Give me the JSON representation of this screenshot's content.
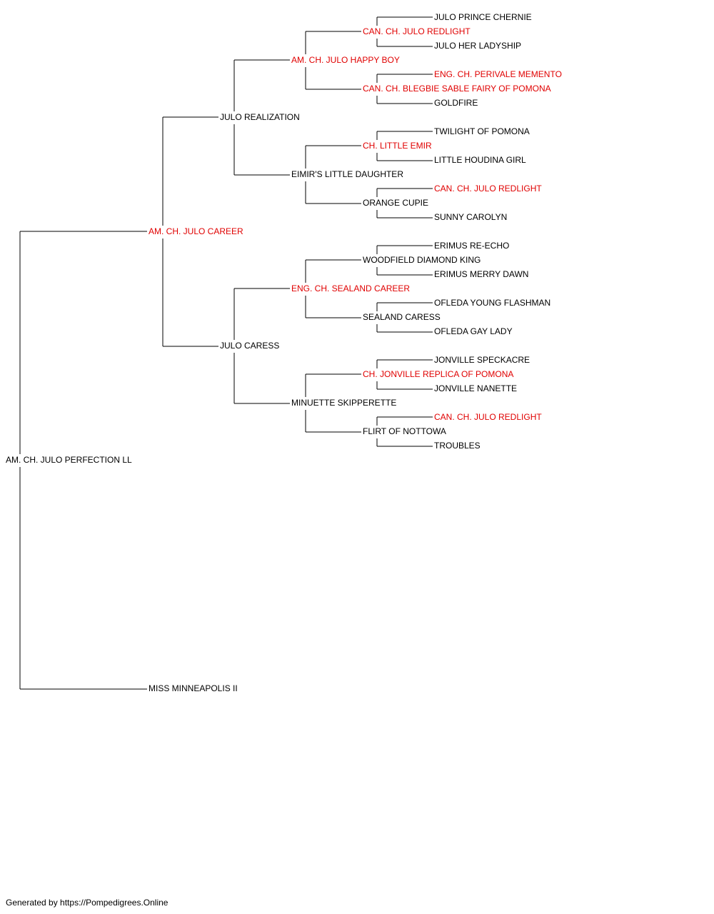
{
  "colors": {
    "champion": "#e00000",
    "normal": "#000000",
    "line": "#000000"
  },
  "pedigree": {
    "name": "AM. CH. JULO PERFECTION LL",
    "champion": false,
    "sire": {
      "name": "AM. CH. JULO CAREER",
      "champion": true,
      "sire": {
        "name": "JULO REALIZATION",
        "champion": false,
        "sire": {
          "name": "AM. CH. JULO HAPPY BOY",
          "champion": true,
          "sire": {
            "name": "CAN. CH. JULO REDLIGHT",
            "champion": true,
            "sire": {
              "name": "JULO PRINCE CHERNIE",
              "champion": false
            },
            "dam": {
              "name": "JULO HER LADYSHIP",
              "champion": false
            }
          },
          "dam": {
            "name": "CAN. CH. BLEGBIE SABLE FAIRY OF POMONA",
            "champion": true,
            "sire": {
              "name": "ENG. CH. PERIVALE MEMENTO",
              "champion": true
            },
            "dam": {
              "name": "GOLDFIRE",
              "champion": false
            }
          }
        },
        "dam": {
          "name": "EIMIR'S LITTLE DAUGHTER",
          "champion": false,
          "sire": {
            "name": "CH. LITTLE EMIR",
            "champion": true,
            "sire": {
              "name": "TWILIGHT OF POMONA",
              "champion": false
            },
            "dam": {
              "name": "LITTLE HOUDINA GIRL",
              "champion": false
            }
          },
          "dam": {
            "name": "ORANGE CUPIE",
            "champion": false,
            "sire": {
              "name": "CAN. CH. JULO REDLIGHT",
              "champion": true
            },
            "dam": {
              "name": "SUNNY CAROLYN",
              "champion": false
            }
          }
        }
      },
      "dam": {
        "name": "JULO CARESS",
        "champion": false,
        "sire": {
          "name": "ENG. CH. SEALAND CAREER",
          "champion": true,
          "sire": {
            "name": "WOODFIELD DIAMOND KING",
            "champion": false,
            "sire": {
              "name": "ERIMUS RE-ECHO",
              "champion": false
            },
            "dam": {
              "name": "ERIMUS MERRY DAWN",
              "champion": false
            }
          },
          "dam": {
            "name": "SEALAND CARESS",
            "champion": false,
            "sire": {
              "name": "OFLEDA YOUNG FLASHMAN",
              "champion": false
            },
            "dam": {
              "name": "OFLEDA GAY LADY",
              "champion": false
            }
          }
        },
        "dam": {
          "name": "MINUETTE SKIPPERETTE",
          "champion": false,
          "sire": {
            "name": "CH. JONVILLE REPLICA OF POMONA",
            "champion": true,
            "sire": {
              "name": "JONVILLE SPECKACRE",
              "champion": false
            },
            "dam": {
              "name": "JONVILLE NANETTE",
              "champion": false
            }
          },
          "dam": {
            "name": "FLIRT OF NOTTOWA",
            "champion": false,
            "sire": {
              "name": "CAN. CH. JULO REDLIGHT",
              "champion": true
            },
            "dam": {
              "name": "TROUBLES",
              "champion": false
            }
          }
        }
      }
    },
    "dam": {
      "name": "MISS MINNEAPOLIS II",
      "champion": false
    }
  },
  "footer": {
    "text": "Generated by https://Pompedigrees.Online"
  }
}
